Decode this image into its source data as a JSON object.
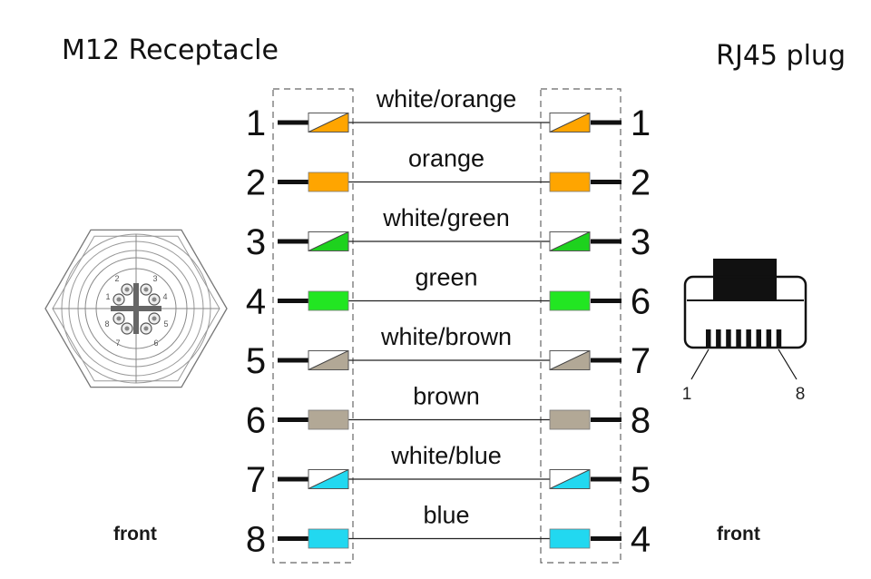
{
  "titles": {
    "left": "M12 Receptacle",
    "right": "RJ45 plug"
  },
  "front_labels": {
    "left": "front",
    "right": "front"
  },
  "rj45_pin_labels": {
    "first": "1",
    "last": "8"
  },
  "m12_face_numbers": [
    "1",
    "2",
    "3",
    "4",
    "5",
    "6",
    "7",
    "8"
  ],
  "wires": [
    {
      "label": "white/orange",
      "left_pin": "1",
      "right_pin": "1",
      "color": "#ffa500",
      "striped": true
    },
    {
      "label": "orange",
      "left_pin": "2",
      "right_pin": "2",
      "color": "#ffa500",
      "striped": false
    },
    {
      "label": "white/green",
      "left_pin": "3",
      "right_pin": "3",
      "color": "#1ed21e",
      "striped": true
    },
    {
      "label": "green",
      "left_pin": "4",
      "right_pin": "6",
      "color": "#22e622",
      "striped": false
    },
    {
      "label": "white/brown",
      "left_pin": "5",
      "right_pin": "7",
      "color": "#b2a896",
      "striped": true
    },
    {
      "label": "brown",
      "left_pin": "6",
      "right_pin": "8",
      "color": "#b2a896",
      "striped": false
    },
    {
      "label": "white/blue",
      "left_pin": "7",
      "right_pin": "5",
      "color": "#22d8f0",
      "striped": true
    },
    {
      "label": "blue",
      "left_pin": "8",
      "right_pin": "4",
      "color": "#22d8f0",
      "striped": false
    }
  ]
}
